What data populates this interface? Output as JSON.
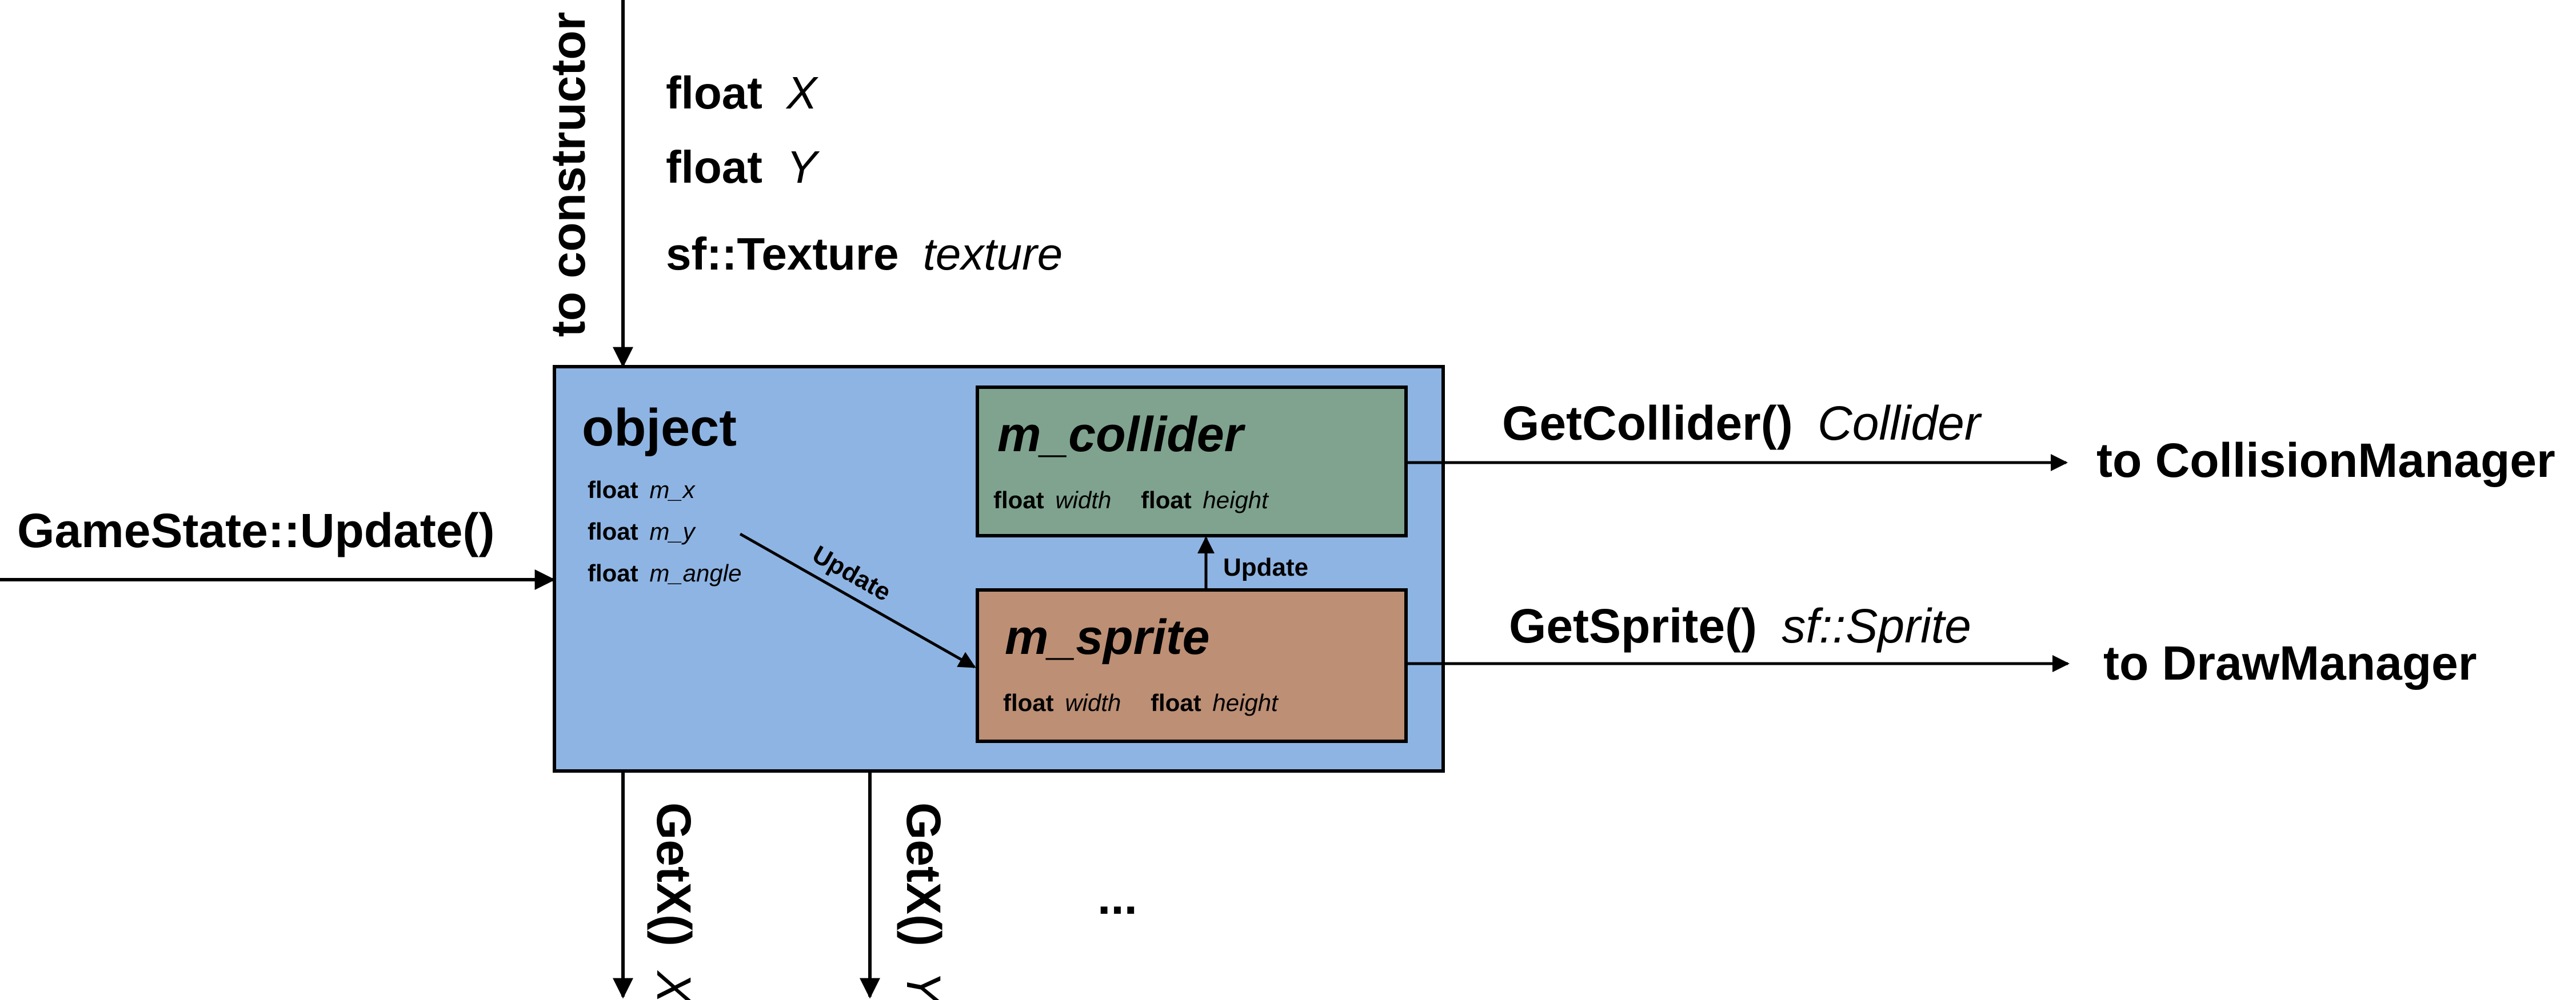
{
  "constructor": {
    "label": "to constructor",
    "params": [
      {
        "type": "float",
        "name": "X"
      },
      {
        "type": "float",
        "name": "Y"
      },
      {
        "type": "sf::Texture",
        "name": "texture"
      }
    ]
  },
  "object": {
    "title": "object",
    "fields": [
      {
        "type": "float",
        "name": "m_x"
      },
      {
        "type": "float",
        "name": "m_y"
      },
      {
        "type": "float",
        "name": "m_angle"
      }
    ],
    "fill": "#8eb4e3",
    "stroke": "#000000"
  },
  "collider": {
    "title": "m_collider",
    "fields": [
      {
        "type": "float",
        "name": "width"
      },
      {
        "type": "float",
        "name": "height"
      }
    ],
    "fill": "#7fa38f"
  },
  "sprite": {
    "title": "m_sprite",
    "fields": [
      {
        "type": "float",
        "name": "width"
      },
      {
        "type": "float",
        "name": "height"
      }
    ],
    "fill": "#bd8f75"
  },
  "update_labels": {
    "to_sprite": "Update",
    "to_collider": "Update"
  },
  "input": {
    "label": "GameState::Update()"
  },
  "outputs": {
    "collider": {
      "method": "GetCollider()",
      "type": "Collider",
      "target": "to CollisionManager"
    },
    "sprite": {
      "method": "GetSprite()",
      "type": "sf::Sprite",
      "target": "to DrawManager"
    }
  },
  "getters": [
    {
      "method": "GetX()",
      "type": "X"
    },
    {
      "method": "GetX()",
      "type": "Y"
    }
  ],
  "ellipsis": "..."
}
